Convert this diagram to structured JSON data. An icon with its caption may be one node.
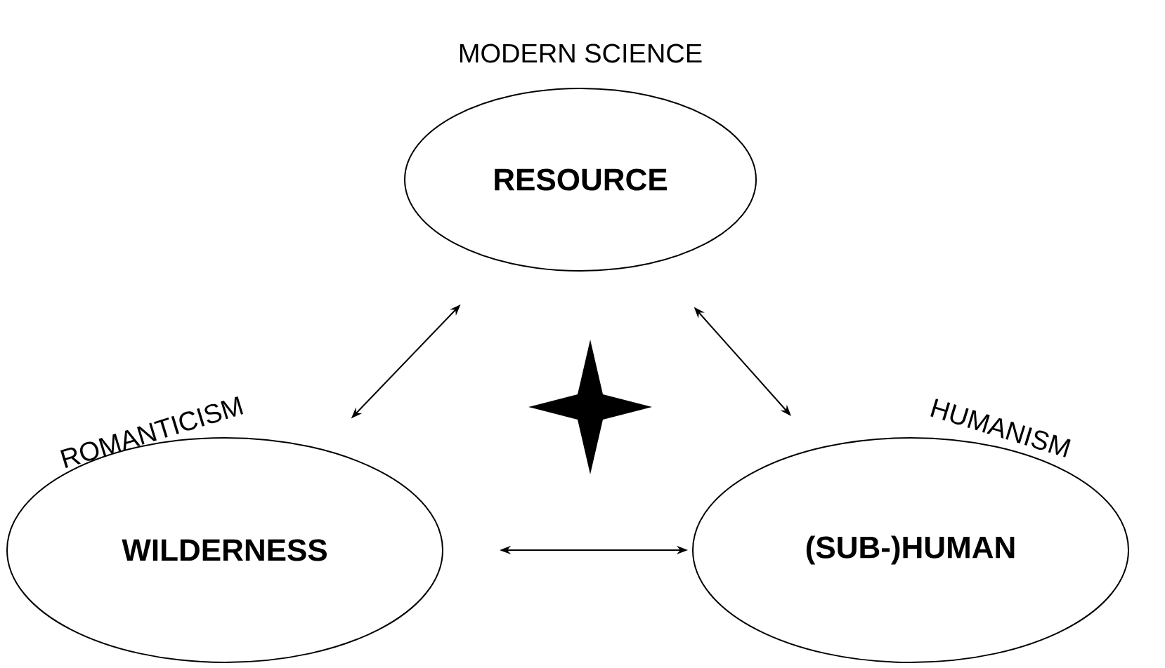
{
  "diagram": {
    "nodes": [
      {
        "text": [
          "RESOURCE"
        ],
        "beside": [
          "MODERN SCIENCE"
        ]
      },
      {
        "text": [
          "WILDERNESS"
        ],
        "beside": [
          "ROMANTICISM"
        ]
      },
      {
        "text": [
          "(SUB-)HUMAN"
        ],
        "beside": [
          "HUMANISM"
        ]
      }
    ],
    "edges": [
      {
        "from": 0,
        "to": 1,
        "arrow": "both"
      },
      {
        "from": 0,
        "to": 2,
        "arrow": "both"
      },
      {
        "from": 1,
        "to": 2,
        "arrow": "both"
      }
    ]
  }
}
